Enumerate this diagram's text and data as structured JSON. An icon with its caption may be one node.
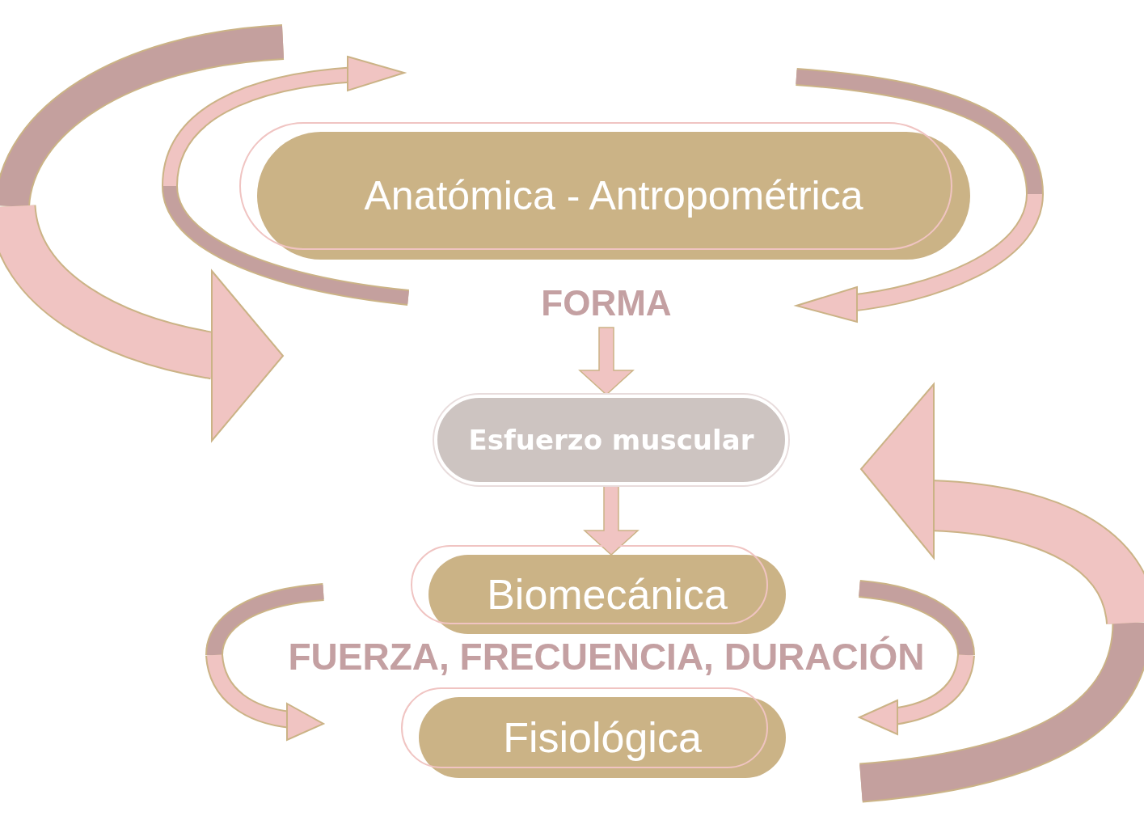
{
  "diagram": {
    "nodes": [
      {
        "text": [
          "Anatómica - Antropométrica"
        ]
      },
      {
        "text": [
          "FORMA"
        ]
      },
      {
        "text": [
          "Esfuerzo muscular"
        ]
      },
      {
        "text": [
          "Biomecánica"
        ]
      },
      {
        "text": [
          "Fisiológica"
        ]
      }
    ],
    "edges": [
      {
        "from": 1,
        "to": 2,
        "arrow": "to"
      },
      {
        "from": 2,
        "to": 3,
        "arrow": "to"
      }
    ],
    "labels": [
      "FUERZA, FRECUENCIA, DURACIÓN"
    ]
  }
}
